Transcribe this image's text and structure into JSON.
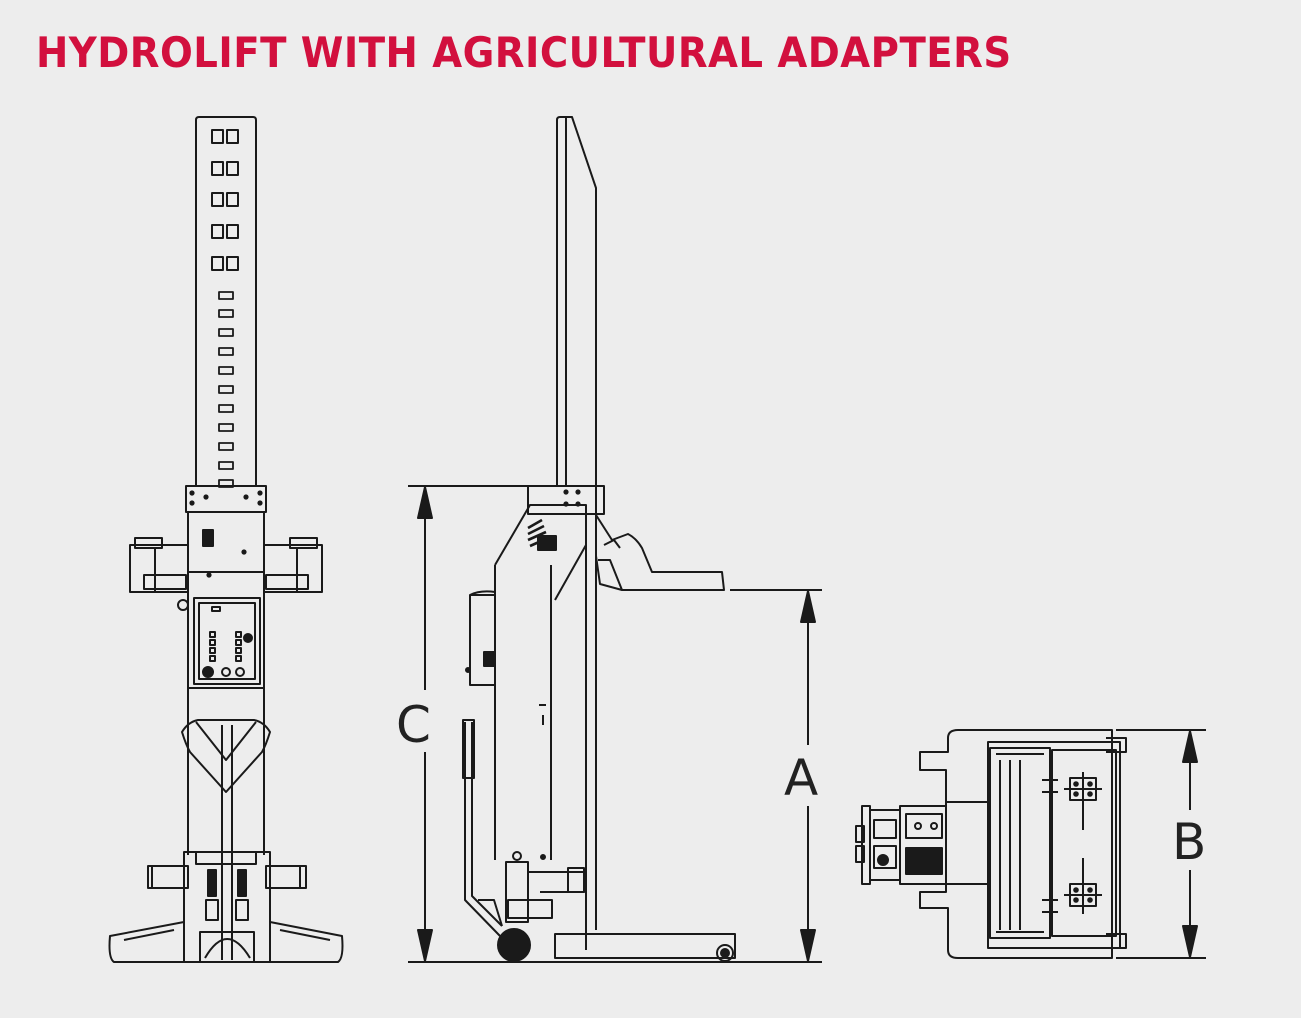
{
  "title": "HYDROLIFT WITH AGRICULTURAL ADAPTERS",
  "colors": {
    "background": "#ededed",
    "title": "#d2103e",
    "line": "#1a1a1a"
  },
  "dimensions": {
    "a": "A",
    "b": "B",
    "c": "C"
  }
}
